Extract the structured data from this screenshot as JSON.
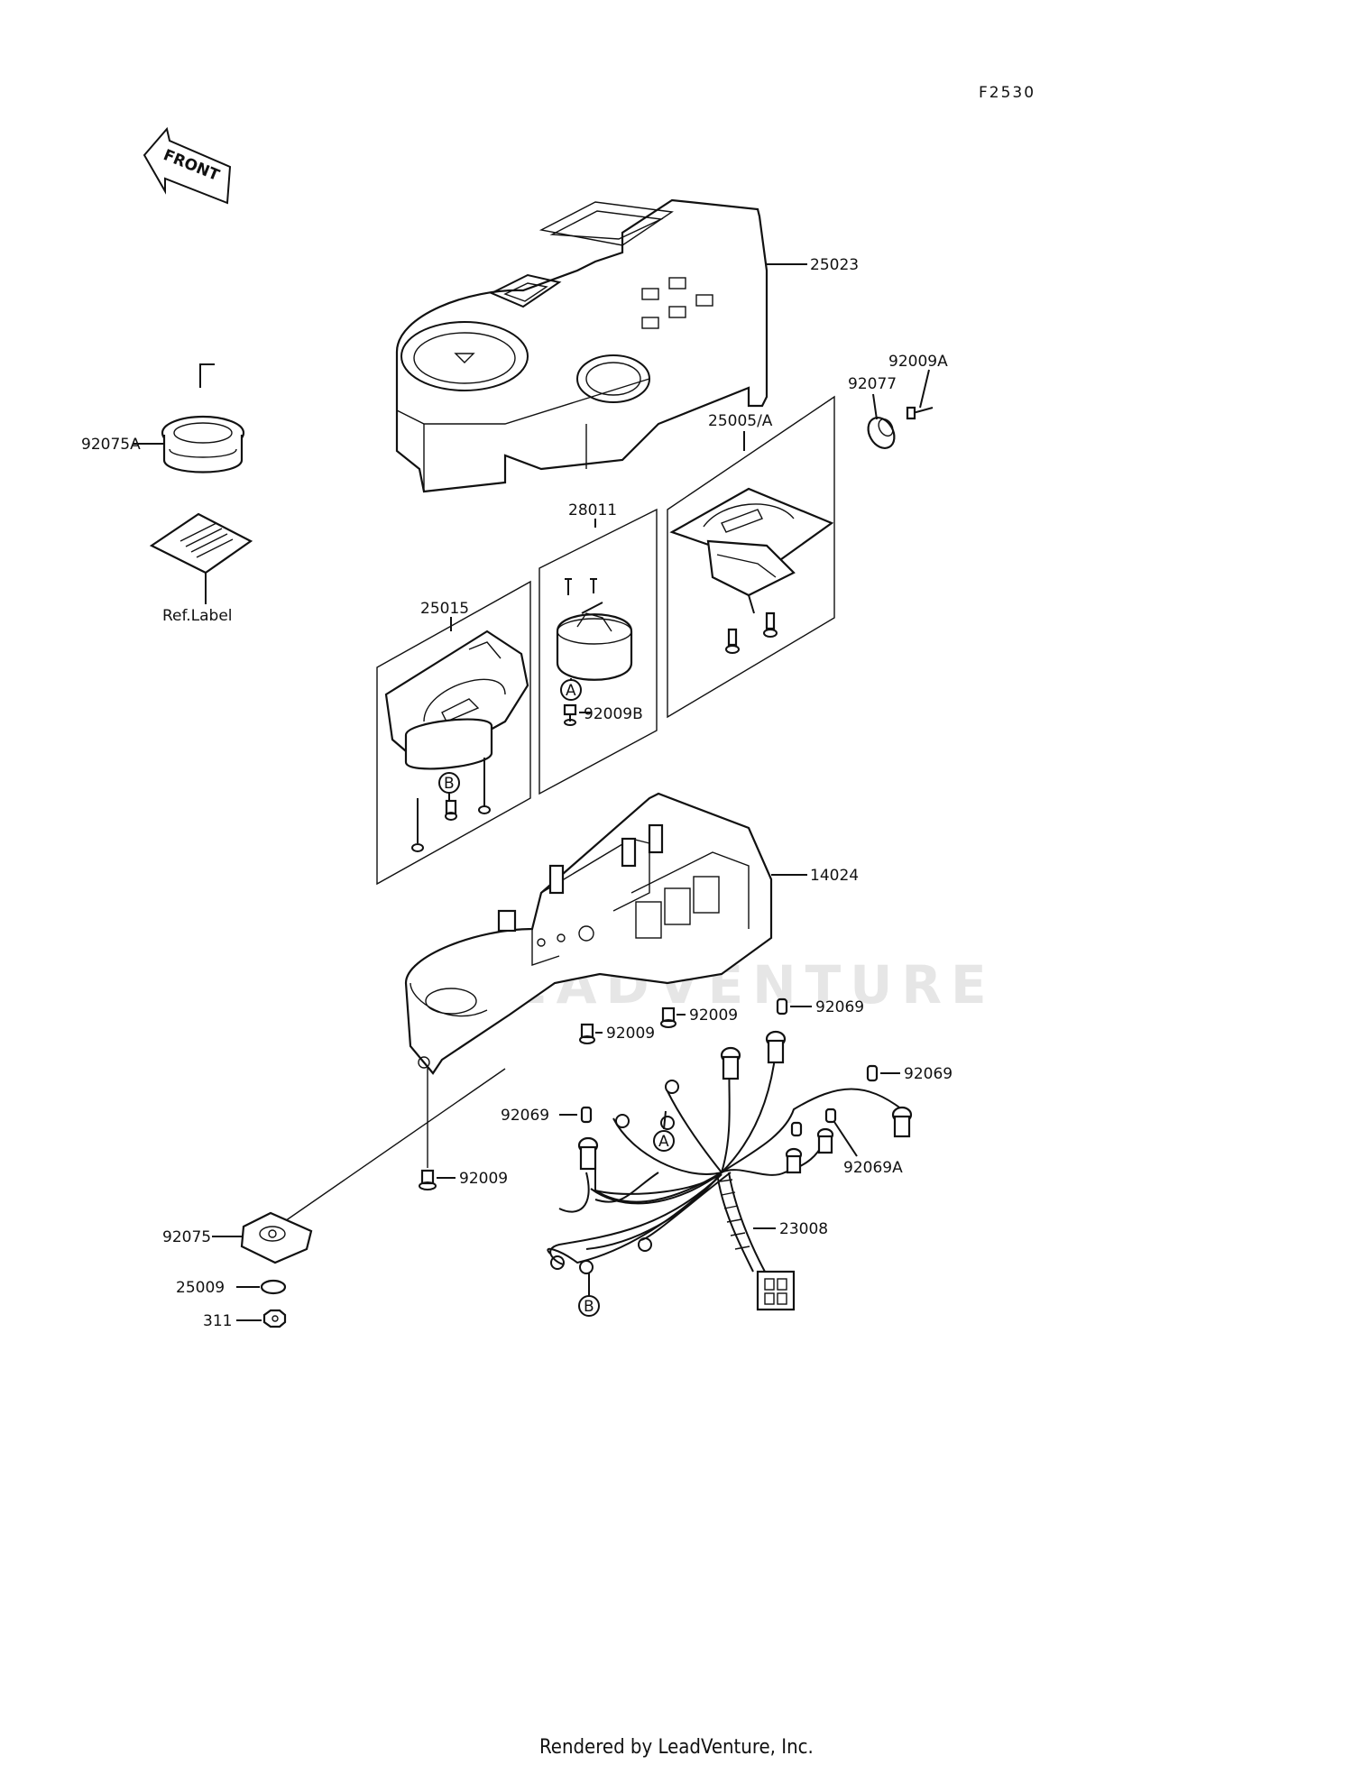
{
  "diagram": {
    "code": "F2530",
    "front_label": "FRONT",
    "watermark": "LEADVENTURE",
    "footer": "Rendered by LeadVenture, Inc.",
    "callouts": {
      "p25023": "25023",
      "p92009A": "92009A",
      "p92077": "92077",
      "p25005A": "25005/A",
      "p92075A": "92075A",
      "pRefLabel": "Ref.Label",
      "p28011": "28011",
      "p25015": "25015",
      "p92009B": "92009B",
      "p14024": "14024",
      "p92069_a": "92069",
      "p92009_a": "92009",
      "p92009_b": "92009",
      "p92069_b": "92069",
      "p92069_c": "92069",
      "p92069A": "92069A",
      "p92009_c": "92009",
      "p23008": "23008",
      "p92075": "92075",
      "p25009": "25009",
      "p311": "311"
    },
    "markers": {
      "A": "A",
      "B": "B"
    }
  }
}
